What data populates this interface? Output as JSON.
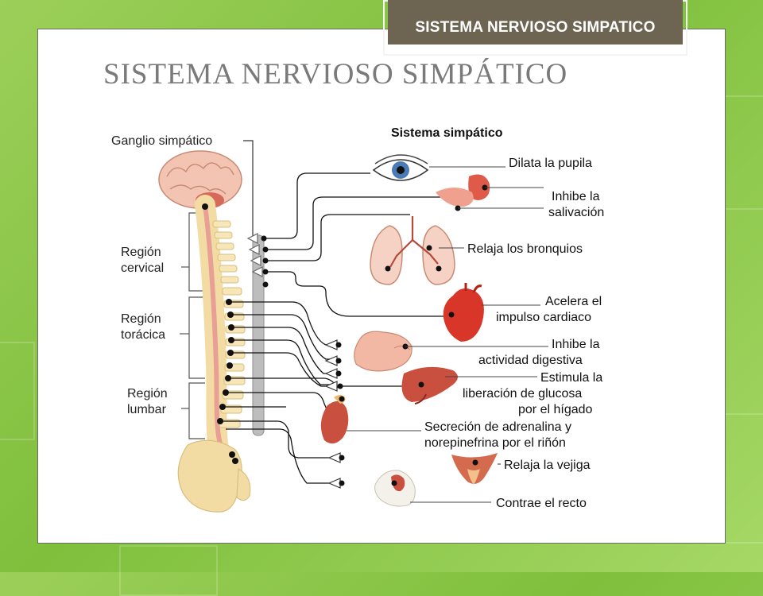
{
  "slide": {
    "header_label": "SISTEMA NERVIOSO SIMPATICO",
    "diagram_title": "SISTEMA NERVIOSO SIMPÁTICO"
  },
  "diagram": {
    "subtitle": "Sistema simpático",
    "left_labels": {
      "ganglio": "Ganglio simpático",
      "cervical_1": "Región",
      "cervical_2": "cervical",
      "toracica_1": "Región",
      "toracica_2": "torácica",
      "lumbar_1": "Región",
      "lumbar_2": "lumbar"
    },
    "effects": [
      {
        "line1": "Dilata la pupila",
        "line2": ""
      },
      {
        "line1": "Inhibe la",
        "line2": "salivación"
      },
      {
        "line1": "Relaja los bronquios",
        "line2": ""
      },
      {
        "line1": "Acelera el",
        "line2": "impulso cardiaco"
      },
      {
        "line1": "Inhibe la",
        "line2": "actividad digestiva"
      },
      {
        "line1": "Estimula la",
        "line2": "liberación de glucosa",
        "line3": "por el hígado"
      },
      {
        "line1": "Secreción de adrenalina y",
        "line2": "norepinefrina por el riñón"
      },
      {
        "line1": "Relaja la vejiga",
        "line2": ""
      },
      {
        "line1": "Contrae el recto",
        "line2": ""
      }
    ]
  },
  "colors": {
    "background_green": "#8cc74a",
    "header_box": "#6e6452",
    "title_gray": "#7a7a7a",
    "organ_red": "#d64a3a",
    "organ_pink": "#f3b8a4",
    "spine_bone": "#f3dca4",
    "chain_gray": "#bdbdbd"
  }
}
